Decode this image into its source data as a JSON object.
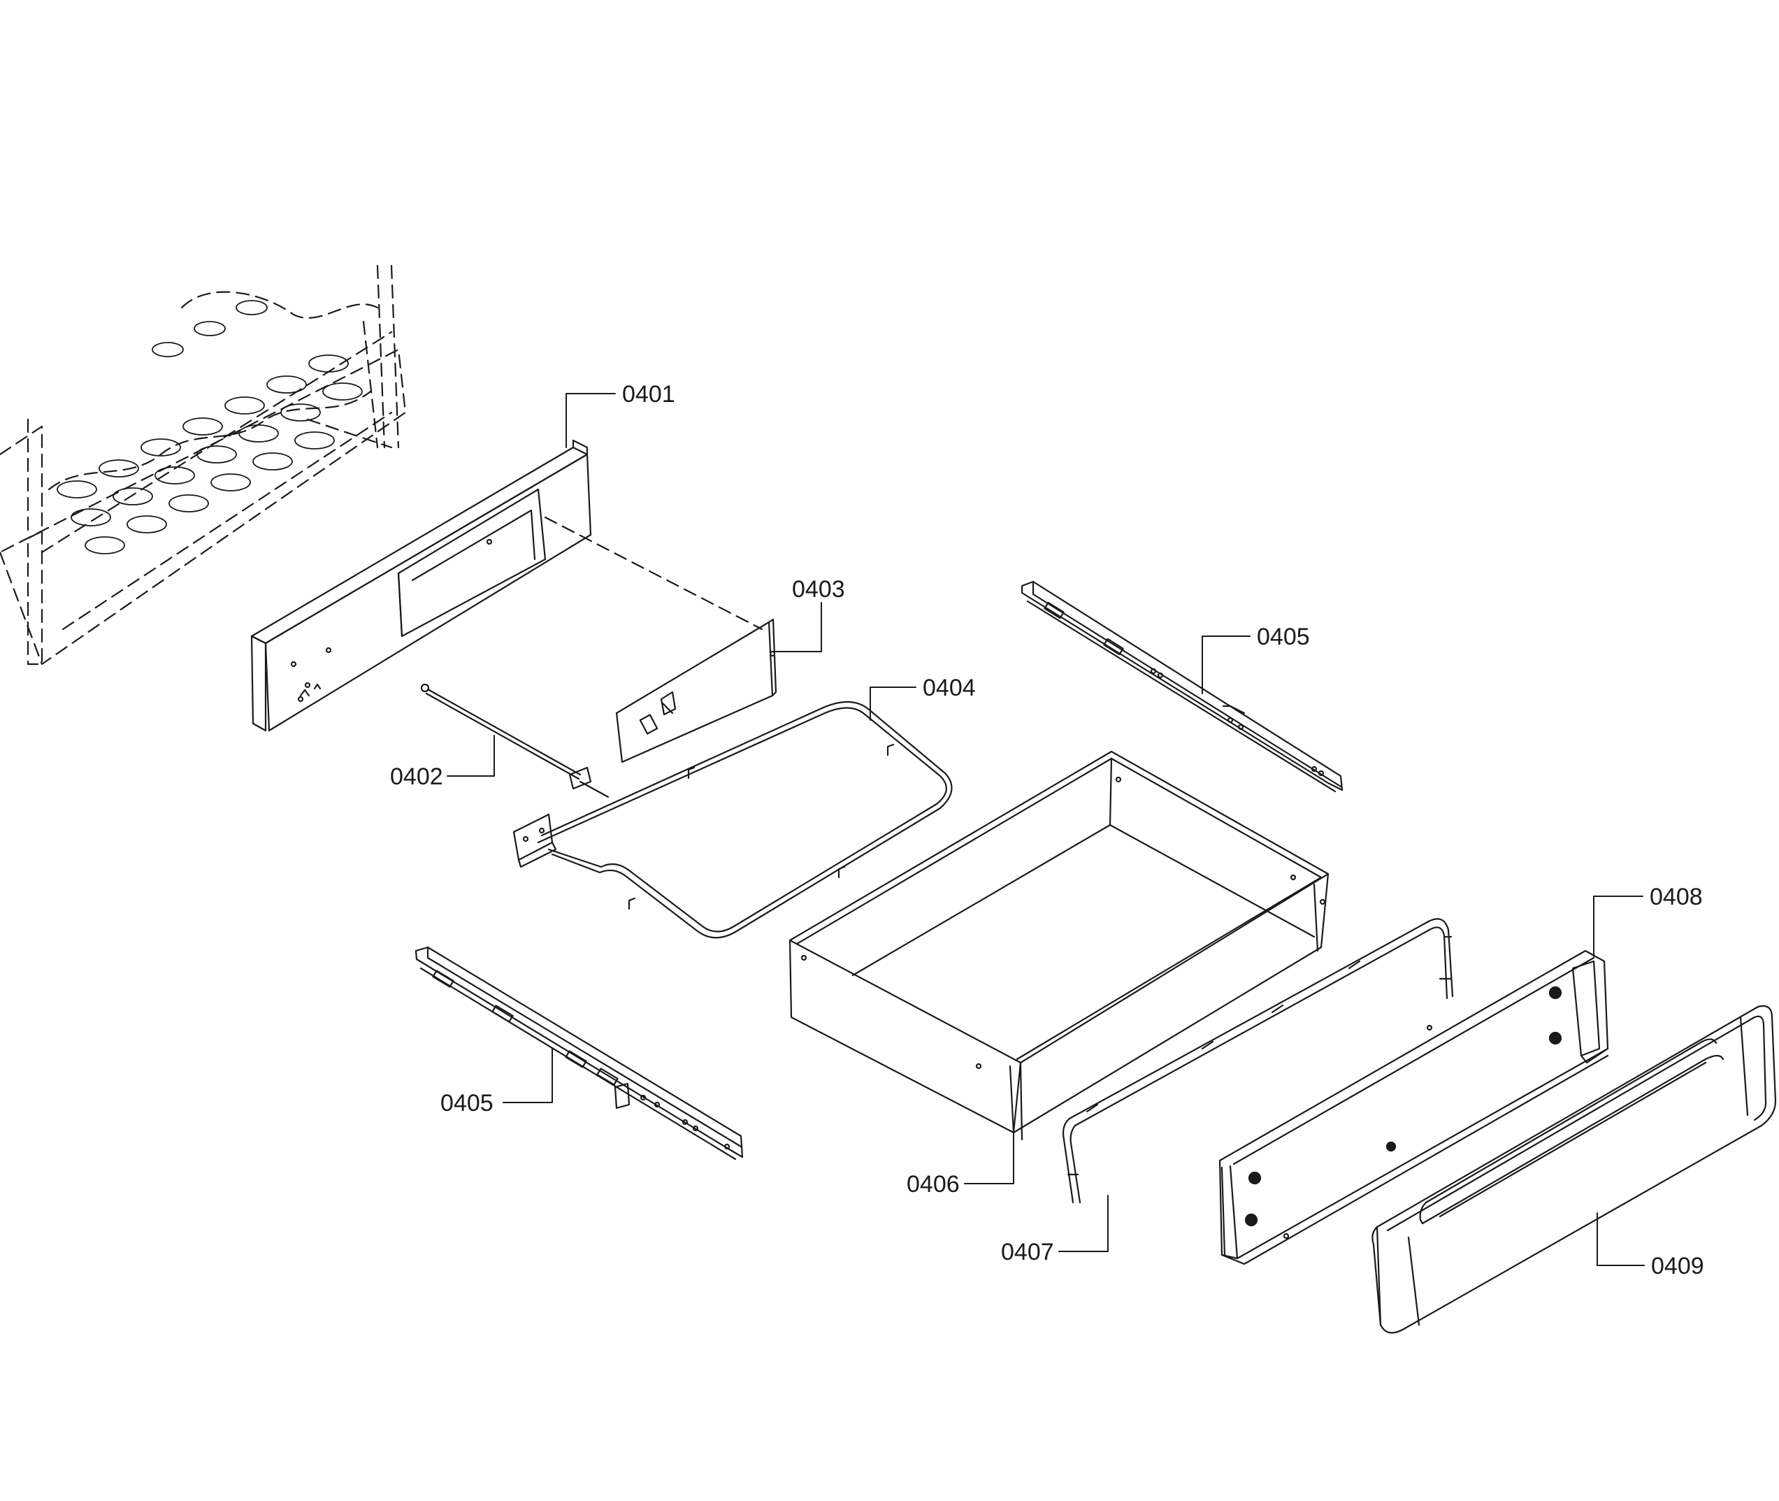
{
  "diagram": {
    "line_color": "#1a1a1a",
    "background": "#ffffff",
    "callouts": [
      {
        "id": "c0401",
        "label": "0401"
      },
      {
        "id": "c0402",
        "label": "0402"
      },
      {
        "id": "c0403",
        "label": "0403"
      },
      {
        "id": "c0404",
        "label": "0404"
      },
      {
        "id": "c0405a",
        "label": "0405"
      },
      {
        "id": "c0405b",
        "label": "0405"
      },
      {
        "id": "c0406",
        "label": "0406"
      },
      {
        "id": "c0407",
        "label": "0407"
      },
      {
        "id": "c0408",
        "label": "0408"
      },
      {
        "id": "c0409",
        "label": "0409"
      }
    ]
  }
}
